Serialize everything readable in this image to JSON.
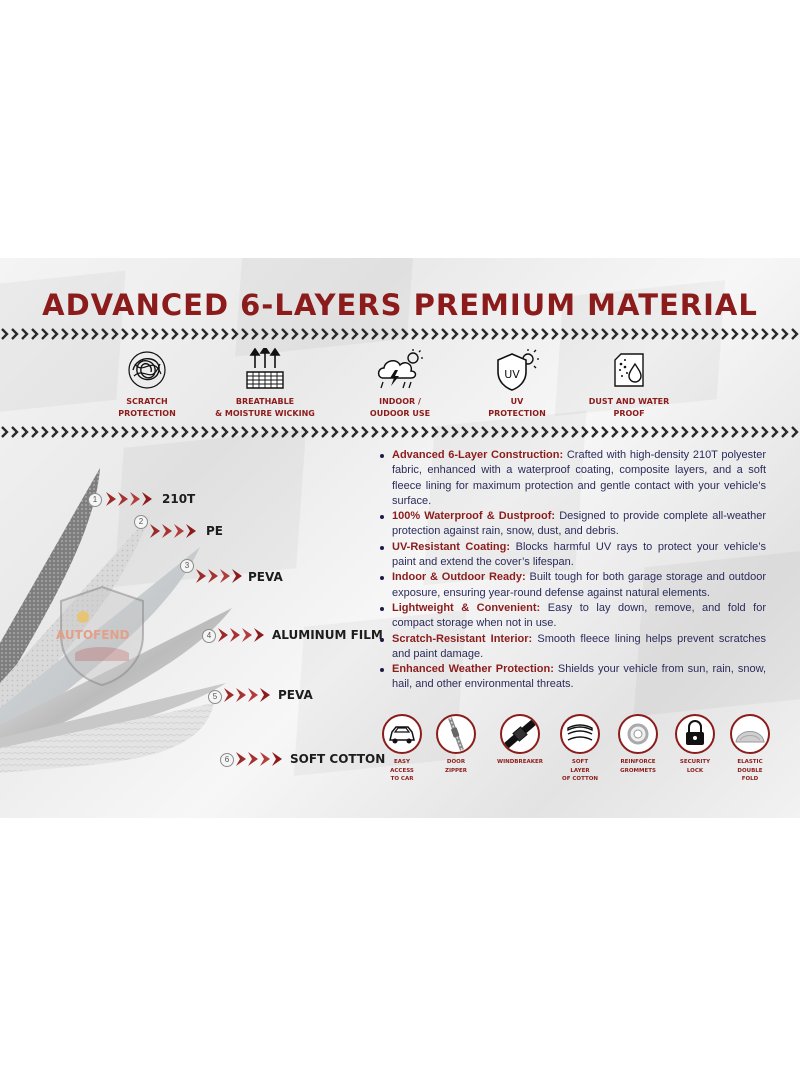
{
  "title": "ADVANCED 6-LAYERS PREMIUM MATERIAL",
  "colors": {
    "accent": "#8c1c1c",
    "body_text": "#2b2b5b"
  },
  "features": [
    {
      "icon": "scratch-scribble-icon",
      "label": "SCRATCH\nPROTECTION"
    },
    {
      "icon": "breathable-arrows-icon",
      "label": "BREATHABLE\n& MOISTURE WICKING"
    },
    {
      "icon": "cloud-weather-icon",
      "label": "INDOOR /\nOUDOOR USE"
    },
    {
      "icon": "uv-shield-icon",
      "label": "UV\nPROTECTION"
    },
    {
      "icon": "dust-water-drop-icon",
      "label": "DUST AND WATER\nPROOF"
    }
  ],
  "layers": [
    {
      "num": "1",
      "label": "210T"
    },
    {
      "num": "2",
      "label": "PE"
    },
    {
      "num": "3",
      "label": "PEVA"
    },
    {
      "num": "4",
      "label": "ALUMINUM FILM"
    },
    {
      "num": "5",
      "label": "PEVA"
    },
    {
      "num": "6",
      "label": "SOFT COTTON"
    }
  ],
  "brand": "AUTOFEND",
  "bullets": [
    {
      "bold": "Advanced 6-Layer Construction:",
      "text": "Crafted with high-density 210T polyester fabric, enhanced with a waterproof coating, composite layers, and a soft fleece lining for maximum protection and gentle contact with your vehicle’s surface."
    },
    {
      "bold": "100% Waterproof & Dustproof:",
      "text": "Designed to provide complete all-weather protection against rain, snow, dust, and debris."
    },
    {
      "bold": "UV-Resistant Coating:",
      "text": "Blocks harmful UV rays to protect your vehicle’s paint and extend the cover’s lifespan."
    },
    {
      "bold": "Indoor & Outdoor Ready:",
      "text": "Built tough for both garage storage and outdoor exposure, ensuring year-round defense against natural elements."
    },
    {
      "bold": "Lightweight & Convenient:",
      "text": "Easy to lay down, remove, and fold for compact storage when not in use."
    },
    {
      "bold": "Scratch-Resistant Interior:",
      "text": "Smooth fleece lining helps prevent scratches and paint damage."
    },
    {
      "bold": "Enhanced Weather Protection:",
      "text": "Shields your vehicle from sun, rain, snow, hail, and other environmental threats."
    }
  ],
  "extras": [
    {
      "icon": "car-door-icon",
      "label": "EASY\nACCESS\nTO CAR"
    },
    {
      "icon": "zipper-icon",
      "label": "DOOR\nZIPPER"
    },
    {
      "icon": "buckle-strap-icon",
      "label": "WINDBREAKER"
    },
    {
      "icon": "fabric-layers-icon",
      "label": "SOFT\nLAYER\nOF COTTON"
    },
    {
      "icon": "grommet-icon",
      "label": "REINFORCE\nGROMMETS"
    },
    {
      "icon": "padlock-icon",
      "label": "SECURITY\nLOCK"
    },
    {
      "icon": "folded-cover-icon",
      "label": "ELASTIC\nDOUBLE\nFOLD"
    }
  ]
}
